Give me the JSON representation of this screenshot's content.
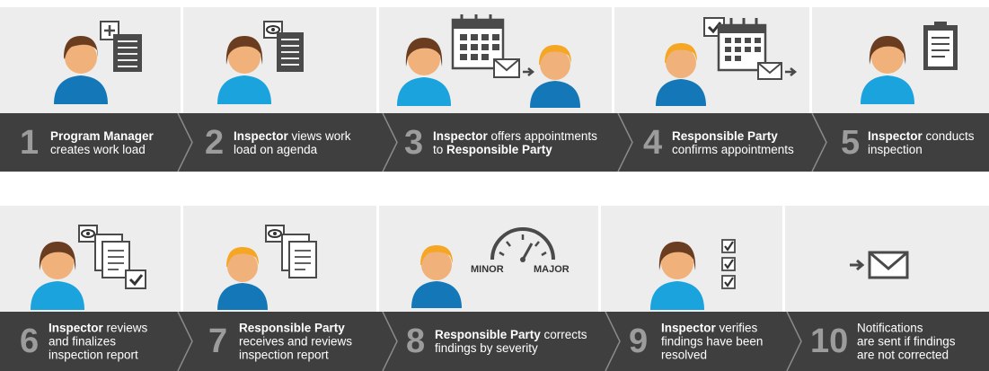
{
  "steps": [
    {
      "number": "1",
      "bold": "Program Manager",
      "text": "creates work load",
      "bold_first_line": true
    },
    {
      "number": "2",
      "bold": "Inspector",
      "rest1": " views work",
      "rest2": "load on agenda"
    },
    {
      "number": "3",
      "bold": "Inspector",
      "rest1": " offers appointments",
      "prefix2": "to ",
      "bold2": "Responsible Party"
    },
    {
      "number": "4",
      "bold": "Responsible Party",
      "text": "confirms appointments",
      "bold_first_line": true
    },
    {
      "number": "5",
      "bold": "Inspector",
      "rest1": " conducts",
      "rest2": "inspection"
    },
    {
      "number": "6",
      "bold": "Inspector",
      "rest1": " reviews",
      "rest2": "and finalizes",
      "rest3": "inspection report"
    },
    {
      "number": "7",
      "bold": "Responsible Party",
      "rest2": "receives and reviews",
      "rest3": "inspection report"
    },
    {
      "number": "8",
      "bold": "Responsible Party",
      "rest1": " corrects",
      "rest2": "findings by severity"
    },
    {
      "number": "9",
      "bold": "Inspector",
      "rest1": " verifies",
      "rest2": "findings have been",
      "rest3": "resolved"
    },
    {
      "number": "10",
      "line1": "Notifications",
      "line2": "are sent if findings",
      "line3": "are not corrected"
    }
  ],
  "gauge": {
    "min_label": "MINOR",
    "max_label": "MAJOR"
  },
  "colors": {
    "panel": "#ededed",
    "band": "#3f3f3f",
    "number": "#9c9c9c",
    "shirt": "#1aa3dc",
    "shirt_dark": "#1478b8",
    "skin": "#f0b27a",
    "hair_brown": "#6b3d20",
    "hair_orange": "#f5a623",
    "icon_gray": "#4a4a4a"
  }
}
